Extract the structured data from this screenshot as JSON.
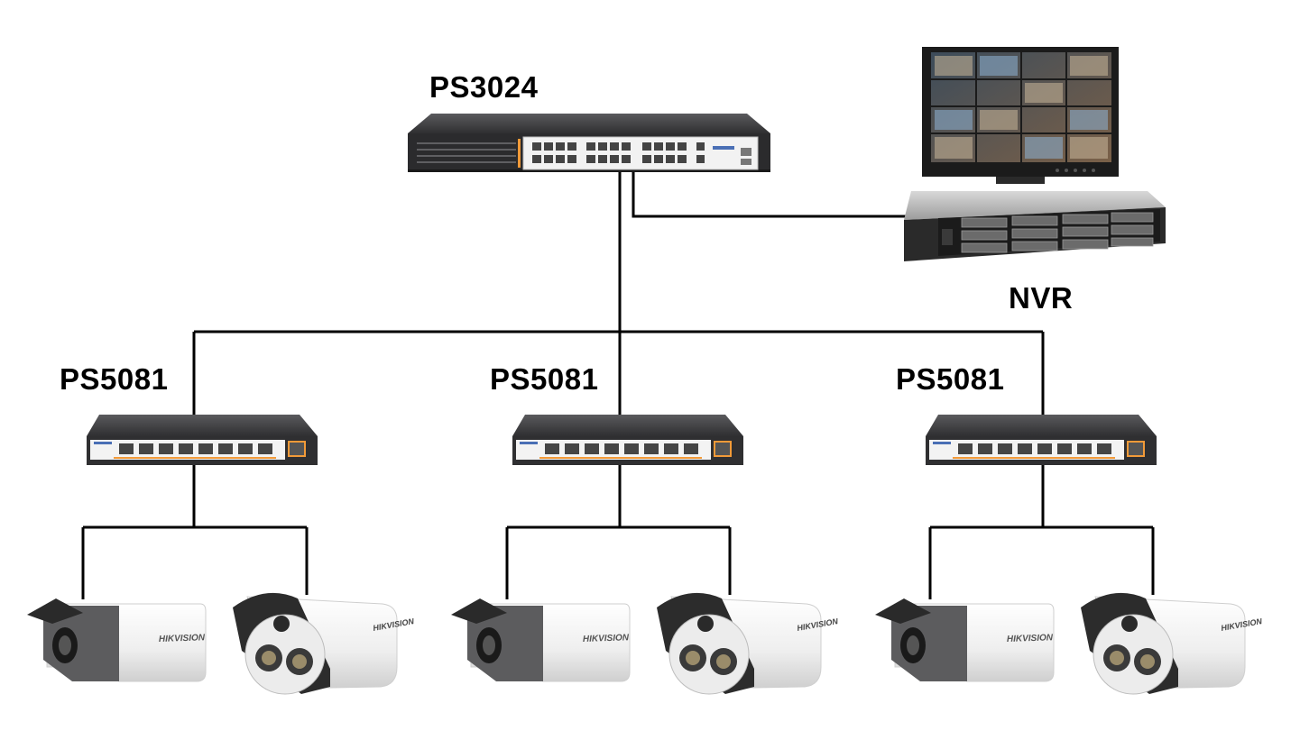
{
  "core_switch": {
    "label": "PS3024"
  },
  "nvr": {
    "label": "NVR"
  },
  "access_switches": [
    {
      "label": "PS5081"
    },
    {
      "label": "PS5081"
    },
    {
      "label": "PS5081"
    }
  ],
  "camera_brand": "HIKVISION",
  "icons": {
    "core": "network-switch-icon",
    "access": "poe-switch-icon",
    "nvr": "nvr-recorder-icon",
    "monitor": "monitor-icon",
    "camera": "bullet-camera-icon"
  },
  "colors": {
    "line": "#000000",
    "switch_body": "#3a3a3c",
    "port_panel": "#f0f0f0",
    "accent": "#f29a38",
    "camera_body": "#f4f4f4"
  }
}
